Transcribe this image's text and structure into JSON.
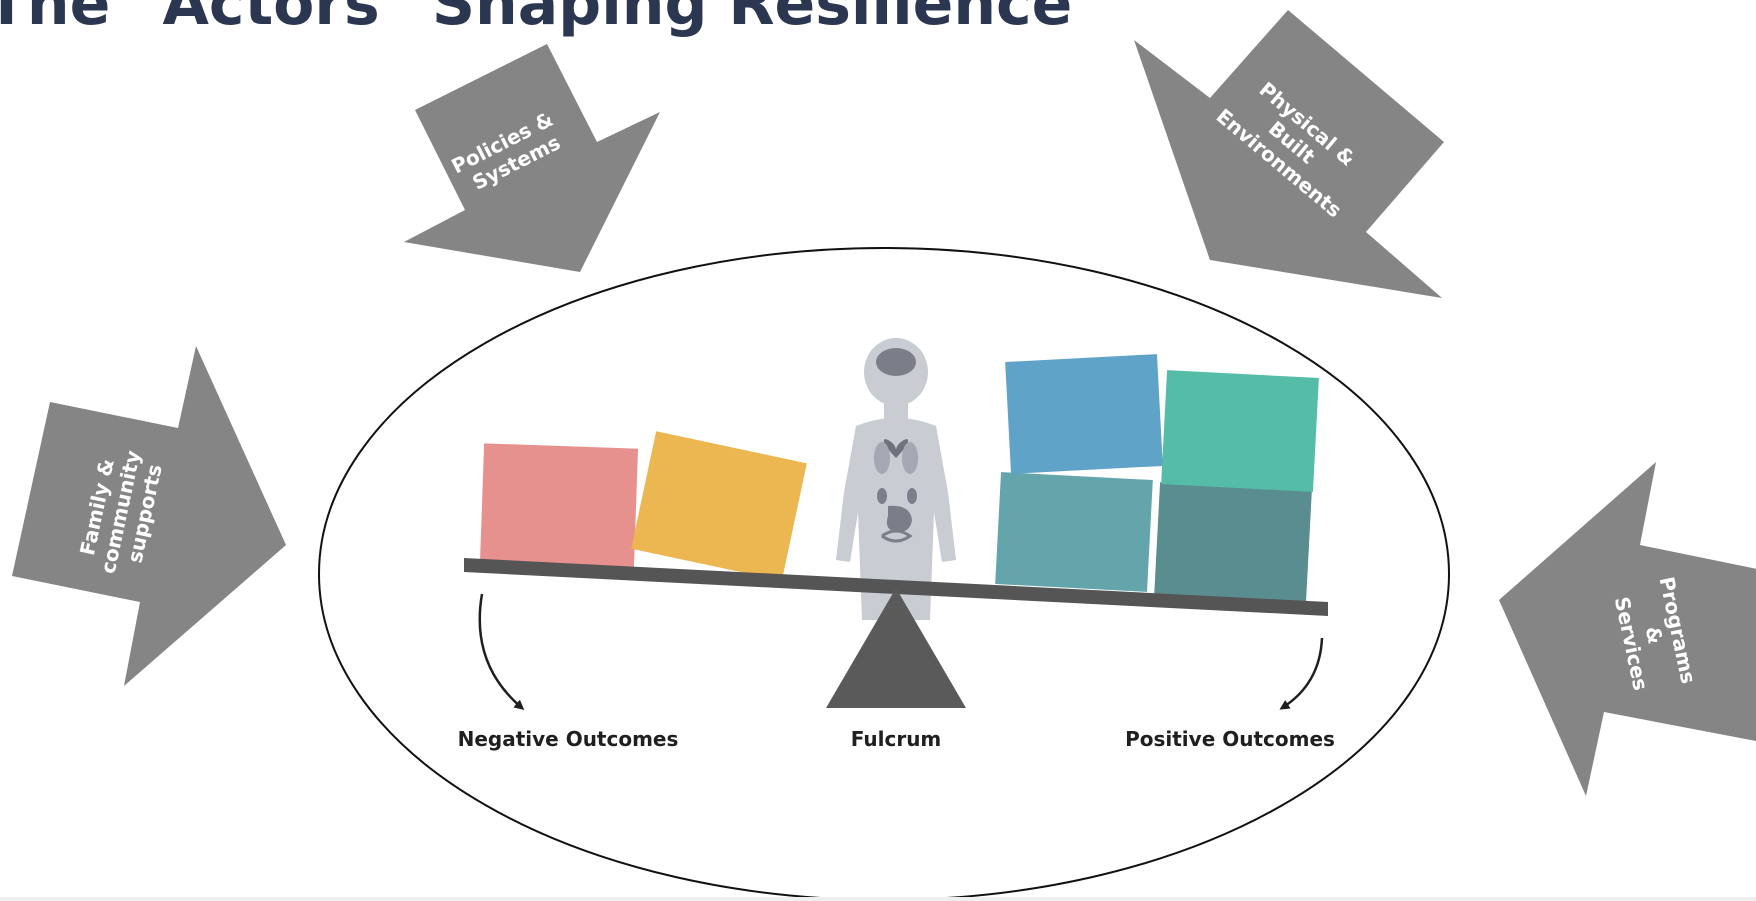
{
  "title": "The \"Actors\" Shaping Resilience",
  "actors": {
    "policies": [
      "Policies &",
      "Systems"
    ],
    "physical": [
      "Physical &",
      "Built",
      "Environments"
    ],
    "family": [
      "Family &",
      "community",
      "supports"
    ],
    "programs": [
      "Programs",
      "&",
      "Services"
    ]
  },
  "scale": {
    "negative_label": "Negative Outcomes",
    "fulcrum_label": "Fulcrum",
    "positive_label": "Positive Outcomes"
  },
  "colors": {
    "title": "#2b3650",
    "arrow_fill": "#858585",
    "negative_block_pink": "#e7918f",
    "negative_block_yellow": "#ecb650",
    "positive_block_blue": "#5fa3c8",
    "positive_block_green": "#55bca8",
    "positive_block_teal": "#63a5ab",
    "positive_block_darkteal": "#5a8d90",
    "beam": "#555555",
    "fulcrum": "#5a5a5a",
    "child_figure": "#c9ccd3"
  }
}
